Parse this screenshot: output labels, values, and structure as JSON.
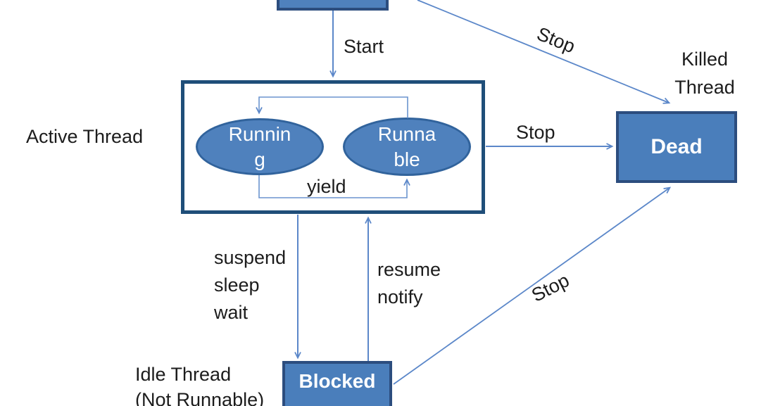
{
  "diagram_type": "thread-state-diagram",
  "colors": {
    "node_fill": "#4f81bd",
    "node_fill_alt": "#4a7ebb",
    "node_border": "#2c4d7e",
    "active_box_border": "#1f4e79",
    "ellipse_border": "#31639c",
    "arrow_line": "#5b87c9",
    "label_text": "#1c1c1c",
    "node_text": "#ffffff"
  },
  "nodes": {
    "running": {
      "lines": [
        "Runnin",
        "g"
      ]
    },
    "runnable": {
      "lines": [
        "Runna",
        "ble"
      ]
    },
    "dead": {
      "label": "Dead"
    },
    "blocked": {
      "label": "Blocked"
    }
  },
  "labels": {
    "start": "Start",
    "active_thread": "Active Thread",
    "yield": "yield",
    "stop_top": "Stop",
    "stop_right": "Stop",
    "stop_bottom": "Stop",
    "killed_thread": {
      "lines": [
        "Killed",
        "Thread"
      ]
    },
    "suspend": {
      "lines": [
        "suspend",
        "sleep",
        "wait"
      ]
    },
    "resume": {
      "lines": [
        "resume",
        "notify"
      ]
    },
    "idle_thread": {
      "lines": [
        "Idle Thread",
        "(Not Runnable)"
      ]
    }
  },
  "edges": [
    {
      "from": "new-thread",
      "to": "active",
      "label": "Start"
    },
    {
      "from": "new-thread",
      "to": "dead",
      "label": "Stop"
    },
    {
      "from": "active",
      "to": "dead",
      "label": "Stop"
    },
    {
      "from": "blocked",
      "to": "dead",
      "label": "Stop"
    },
    {
      "from": "running",
      "to": "blocked",
      "label": "suspend sleep wait"
    },
    {
      "from": "blocked",
      "to": "running",
      "label": "resume notify"
    },
    {
      "from": "running",
      "to": "runnable",
      "label": "yield"
    },
    {
      "from": "runnable",
      "to": "running",
      "label": ""
    }
  ]
}
